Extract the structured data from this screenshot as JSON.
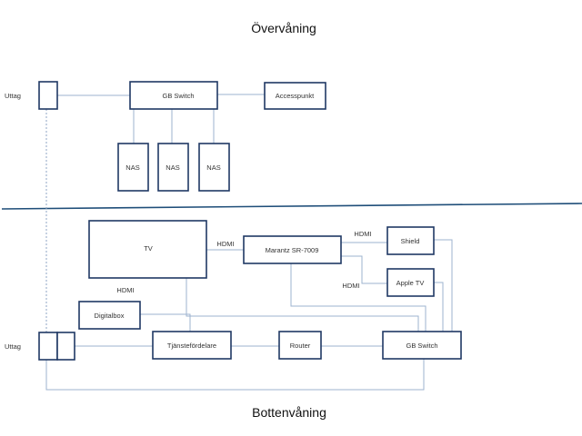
{
  "floors": {
    "upper": "Övervåning",
    "lower": "Bottenvåning"
  },
  "upper": {
    "outlet": "Uttag",
    "switch": "GB Switch",
    "access_point": "Accesspunkt",
    "nas": [
      "NAS",
      "NAS",
      "NAS"
    ]
  },
  "lower": {
    "outlet": "Uttag",
    "tv": "TV",
    "receiver": "Marantz SR-7009",
    "shield": "Shield",
    "apple_tv": "Apple TV",
    "digital_box": "Digitalbox",
    "service_panel": "Tjänstefördelare",
    "router": "Router",
    "switch": "GB Switch",
    "cable_labels": {
      "tv_receiver": "HDMI",
      "receiver_shield": "HDMI",
      "receiver_appletv": "HDMI",
      "tv_digitalbox": "HDMI"
    }
  },
  "colors": {
    "box_stroke": "#1f3864",
    "connector": "#9db3cf",
    "divider": "#1f4e79"
  }
}
